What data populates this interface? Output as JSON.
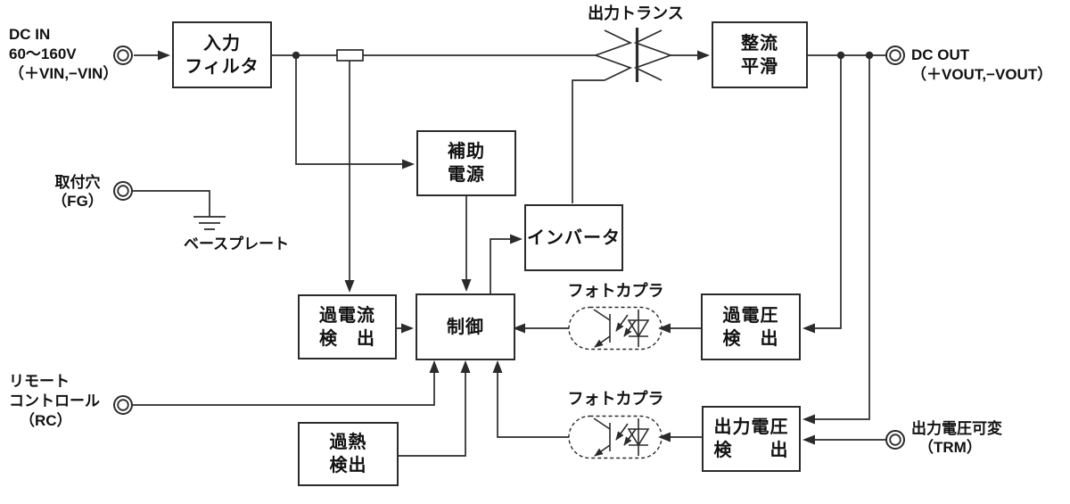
{
  "colors": {
    "line": "#2b2b2b",
    "text": "#111111",
    "background": "#ffffff"
  },
  "terminals": {
    "dc_in": [
      "DC IN",
      "60〜160V",
      "（＋VIN,−VIN）"
    ],
    "mounting_hole": [
      "取付穴",
      "（FG）"
    ],
    "remote_control": [
      "リモート",
      "コントロール",
      "（RC）"
    ],
    "dc_out": [
      "DC OUT",
      "（＋VOUT,−VOUT）"
    ],
    "trm": [
      "出力電圧可変",
      "（TRM）"
    ]
  },
  "blocks": {
    "input_filter": [
      "入力",
      "フィルタ"
    ],
    "rectifier_smoothing": [
      "整流",
      "平滑"
    ],
    "aux_power": [
      "補助",
      "電源"
    ],
    "inverter": [
      "インバータ"
    ],
    "overcurrent_detect": [
      "過電流",
      "検　出"
    ],
    "control": [
      "制御"
    ],
    "overvoltage_detect": [
      "過電圧",
      "検　出"
    ],
    "overheat_detect": [
      "過熱",
      "検出"
    ],
    "output_voltage_detect": [
      "出力電圧",
      "検　　出"
    ]
  },
  "labels": {
    "output_transformer": "出力トランス",
    "photocoupler_top": "フォトカプラ",
    "photocoupler_bottom": "フォトカプラ",
    "baseplate": "ベースプレート"
  }
}
